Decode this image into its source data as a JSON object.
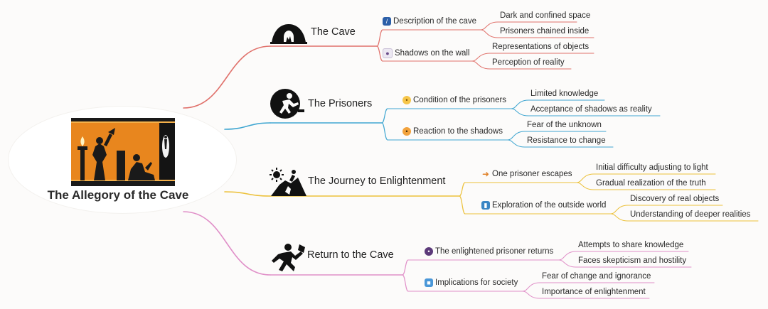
{
  "root": {
    "title": "The Allegory of the Cave",
    "image": "cave-painting-image"
  },
  "colors": {
    "cave": "#e0706a",
    "prisoners": "#3fa6d1",
    "journey": "#ecc13a",
    "return": "#e08fc8"
  },
  "branches": [
    {
      "title": "The Cave",
      "icon": "cave-icon",
      "subs": [
        {
          "label": "Description of the cave",
          "emoji": "notebook-emoji",
          "leaves": [
            "Dark and confined space",
            "Prisoners chained inside"
          ]
        },
        {
          "label": "Shadows on the wall",
          "emoji": "ghost-emoji",
          "leaves": [
            "Representations of objects",
            "Perception of reality"
          ]
        }
      ]
    },
    {
      "title": "The Prisoners",
      "icon": "prisoner-icon",
      "subs": [
        {
          "label": "Condition of the prisoners",
          "emoji": "concerned-face-emoji",
          "leaves": [
            "Limited knowledge",
            "Acceptance of shadows as reality"
          ]
        },
        {
          "label": "Reaction to the shadows",
          "emoji": "fearful-face-emoji",
          "leaves": [
            "Fear of the unknown",
            "Resistance to change"
          ]
        }
      ]
    },
    {
      "title": "The Journey to Enlightenment",
      "icon": "climber-sun-icon",
      "subs": [
        {
          "label": "One prisoner escapes",
          "emoji": "running-person-emoji",
          "leaves": [
            "Initial difficulty adjusting to light",
            "Gradual realization of the truth"
          ]
        },
        {
          "label": "Exploration of the outside world",
          "emoji": "open-book-emoji",
          "leaves": [
            "Discovery of real objects",
            "Understanding of deeper realities"
          ]
        }
      ]
    },
    {
      "title": "Return to the Cave",
      "icon": "walker-icon",
      "subs": [
        {
          "label": "The enlightened prisoner returns",
          "emoji": "speaking-head-emoji",
          "leaves": [
            "Attempts to share knowledge",
            "Faces skepticism and hostility"
          ]
        },
        {
          "label": "Implications for society",
          "emoji": "society-emoji",
          "leaves": [
            "Fear of change and ignorance",
            "Importance of enlightenment"
          ]
        }
      ]
    }
  ]
}
